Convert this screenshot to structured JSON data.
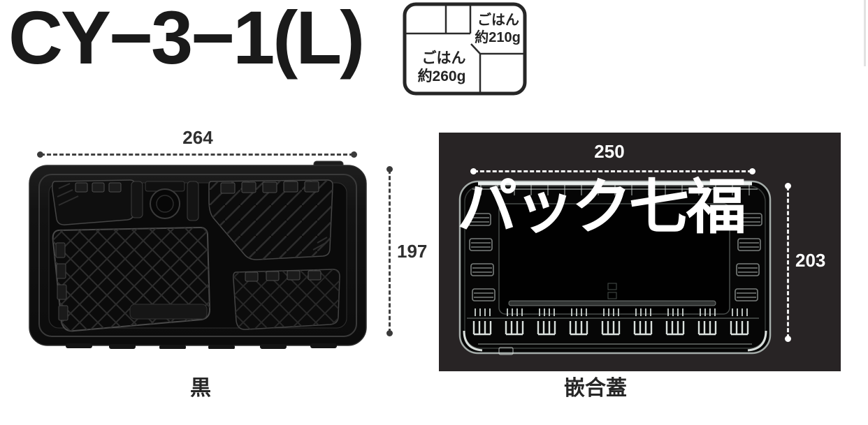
{
  "header": {
    "title": "CY−3−1(L)"
  },
  "capacity_diagram": {
    "rice_upper": {
      "line1": "ごはん",
      "line2": "約210g"
    },
    "rice_lower": {
      "line1": "ごはん",
      "line2": "約260g"
    }
  },
  "tray_figure": {
    "width_dim": "264",
    "height_dim": "197",
    "caption": "黒"
  },
  "lid_figure": {
    "width_dim": "250",
    "height_dim": "203",
    "caption": "嵌合蓋",
    "watermark": "パック七福"
  },
  "colors": {
    "page_bg": "#ffffff",
    "panel_bg": "#282425",
    "ink": "#1a1a1a",
    "dim_dark": "#3a3a3a",
    "dim_light": "#ffffff"
  }
}
